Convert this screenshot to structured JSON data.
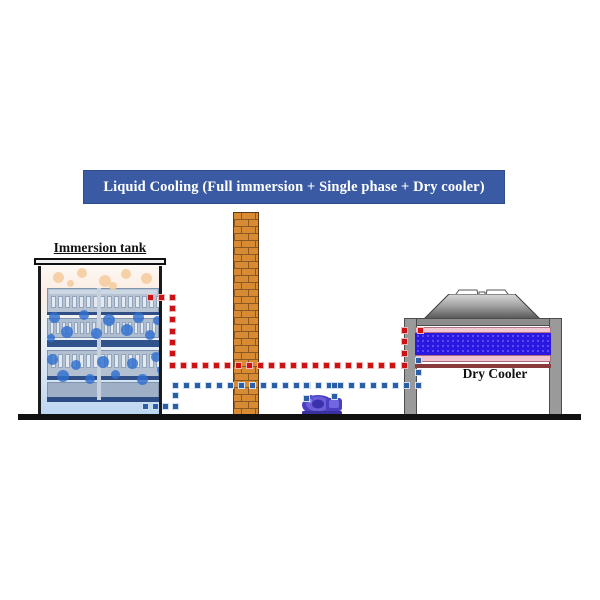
{
  "title": {
    "text": "Liquid Cooling (Full immersion + Single phase + Dry cooler)",
    "bg_color": "#3a5ba3",
    "text_color": "#ffffff"
  },
  "labels": {
    "immersion_tank": "Immersion tank",
    "dry_cooler": "Dry Cooler"
  },
  "components": {
    "immersion_tank": {
      "name": "Immersion tank",
      "description": "Open-top tank filled with single-phase dielectric coolant containing submerged servers",
      "fluid_gradient_top": "#fdf8f3",
      "fluid_gradient_bottom": "#bcd6f0",
      "bubble_hot_color": "#f5cda0",
      "bubble_cold_color": "#2f6fd0"
    },
    "chimney": {
      "name": "brick chimney",
      "brick_color": "#d98b33",
      "mortar_color": "#8a5a22"
    },
    "pump": {
      "name": "circulation pump",
      "color": "#4a3fc0"
    },
    "dry_cooler": {
      "name": "Dry Cooler",
      "frame_color": "#9a9a9a",
      "coil_color": "#2a18e0",
      "coil_border_color": "#f0c7d2",
      "fan_color": "#ffffff"
    },
    "ground": {
      "name": "ground line",
      "color": "#111111"
    }
  },
  "piping": {
    "hot_loop": {
      "label": "hot coolant supply",
      "color": "#cc1212",
      "style": "dashed",
      "route": "immersion tank top outlet -> right -> down -> long horizontal run past chimney -> up left post of dry cooler -> coil inlet"
    },
    "cold_loop": {
      "label": "cold coolant return",
      "color": "#2a5fa8",
      "style": "dashed",
      "route": "dry cooler coil outlet -> down left post -> long horizontal run left past pump branch and chimney -> down -> immersion tank bottom inlet"
    }
  }
}
